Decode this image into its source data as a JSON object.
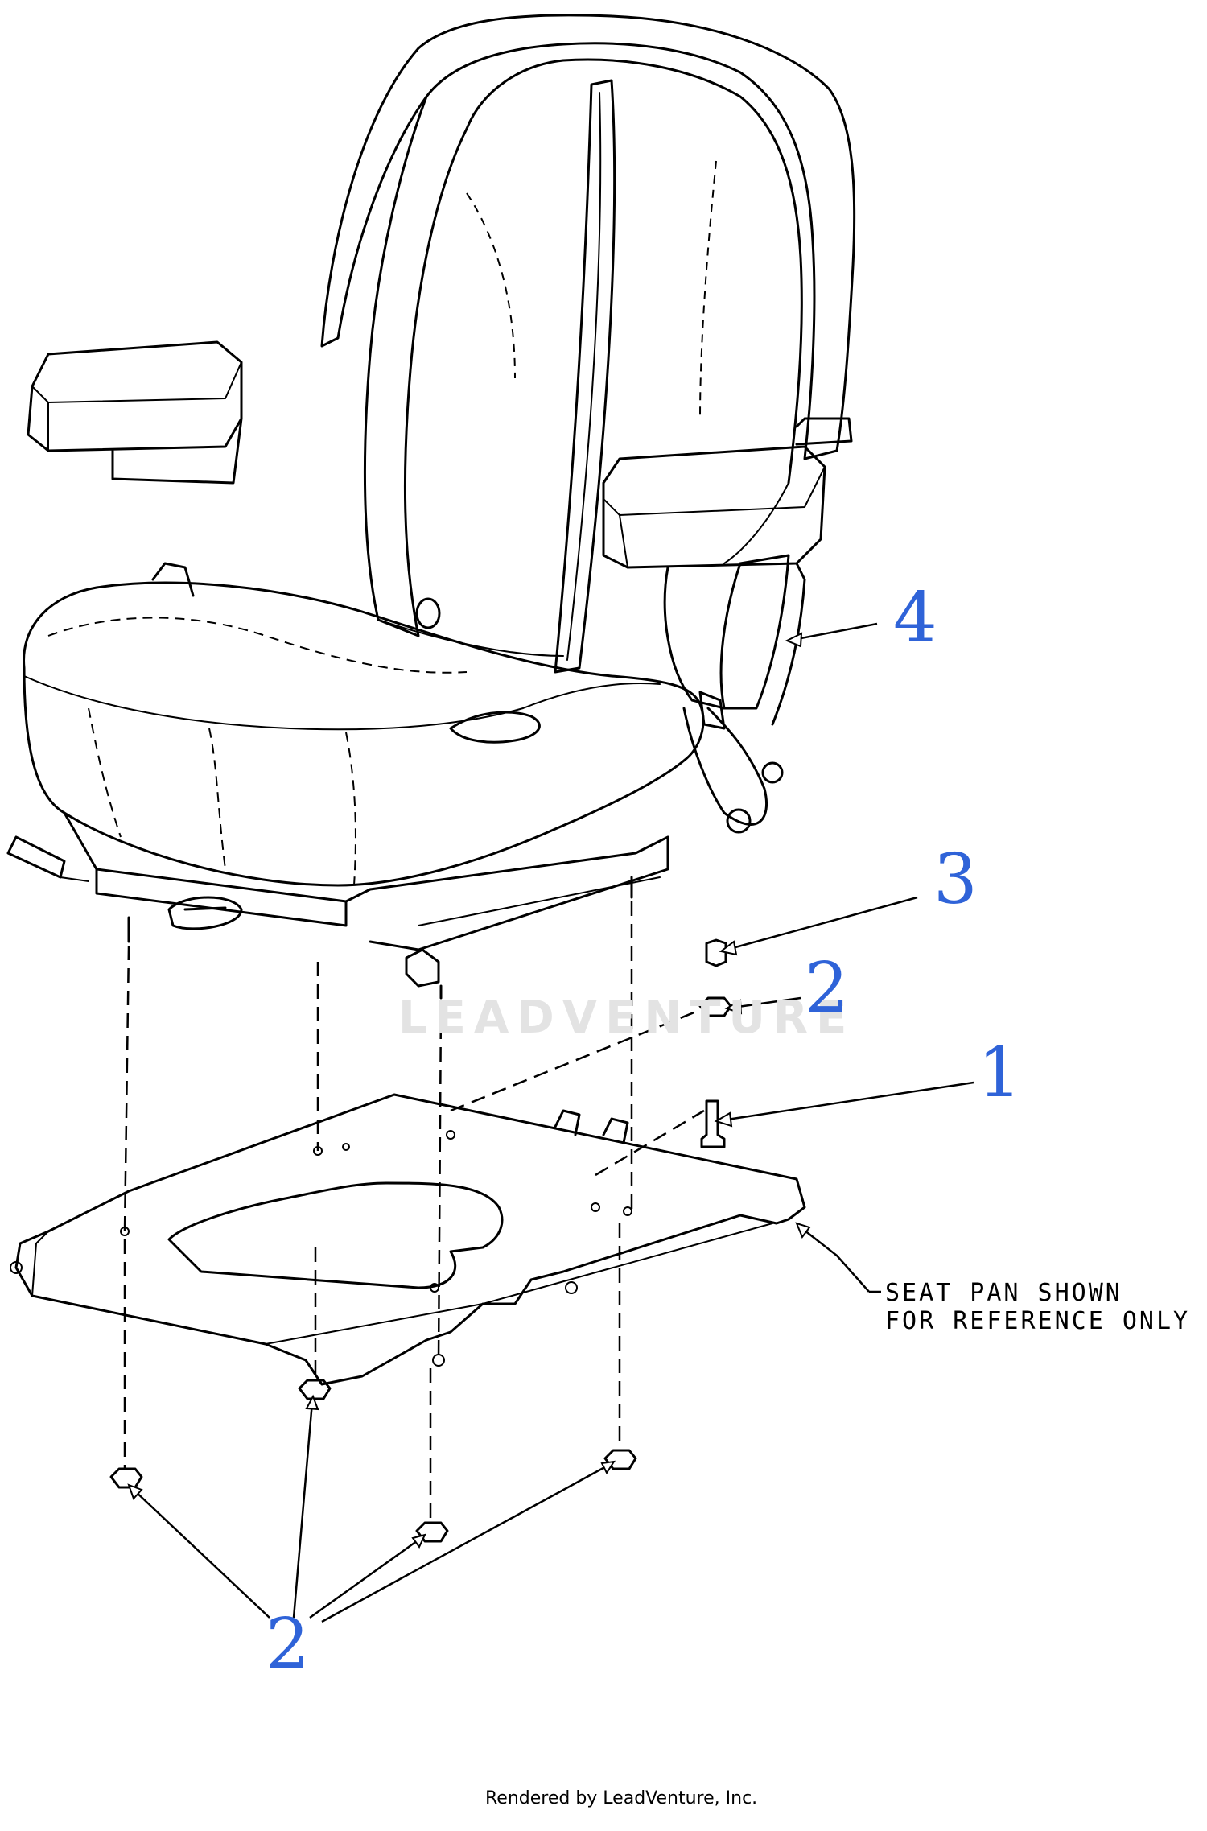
{
  "diagram": {
    "callouts": [
      {
        "id": "part-4",
        "label": "4"
      },
      {
        "id": "part-3",
        "label": "3"
      },
      {
        "id": "part-2-upper",
        "label": "2"
      },
      {
        "id": "part-1",
        "label": "1"
      },
      {
        "id": "part-2-lower",
        "label": "2"
      }
    ],
    "note_line_1": "SEAT PAN SHOWN",
    "note_line_2": "FOR REFERENCE ONLY",
    "watermark": "LEADVENTURE",
    "callout_color": "#2f63d8"
  },
  "footer": {
    "credit": "Rendered by LeadVenture, Inc."
  }
}
